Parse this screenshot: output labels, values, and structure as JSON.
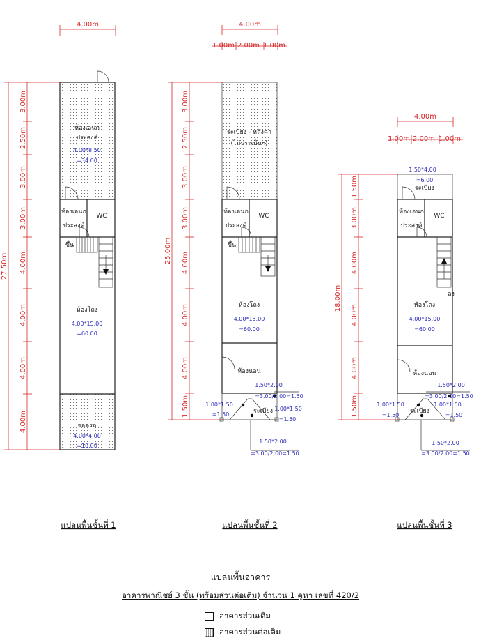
{
  "dims": {
    "w400": "4.00m",
    "w100": "1.00m",
    "w200": "2.00m",
    "h300": "3.00m",
    "h250": "2.50m",
    "h400": "4.00m",
    "h150": "1.50m",
    "total1": "27.50m",
    "total2": "25.00m",
    "total3": "18.00m"
  },
  "rooms": {
    "multi": "ห้องเอนกประสงค์",
    "multi_line1": "ห้องเอนก",
    "multi_line2": "ประสงค์",
    "wc": "WC",
    "up": "ขึ้น",
    "down": "ลง",
    "hall": "ห้องโถง",
    "bedroom": "ห้องนอน",
    "balcony": "ระเบียง",
    "parking": "จอดรถ",
    "roof_line1": "ระเบียง - หลังคา",
    "roof_line2": "(ไม่ประเมินฯ)"
  },
  "areas": {
    "multi_a": "4.00*8.50",
    "multi_b": "=34.00",
    "hall_a": "4.00*15.00",
    "hall_b": "=60.00",
    "park_a": "4.00*4.00",
    "park_b": "=16.00",
    "bal3_a": "1.50*4.00",
    "bal3_b": "=6.00",
    "bal_tr_a": "1.50*2.00",
    "bal_tr_b": "=3.00/2.00=1.50",
    "bal_l_a": "1.00*1.50",
    "bal_l_b": "=1.50",
    "bal_r_a": "1.00*1.50",
    "bal_r_b": "=1.50",
    "bal_b_a": "1.50*2.00",
    "bal_b_b": "=3.00/2.00=1.50"
  },
  "captions": {
    "floor1": "แปลนพื้นชั้นที่ 1",
    "floor2": "แปลนพื้นชั้นที่ 2",
    "floor3": "แปลนพื้นชั้นที่ 3"
  },
  "footer": {
    "title": "แปลนพื้นอาคาร",
    "subtitle": "อาคารพาณิชย์ 3 ชั้น (พร้อมส่วนต่อเติม) จำนวน 1 คูหา  เลขที่ 420/2"
  },
  "legend": [
    {
      "label": "อาคารส่วนเดิม"
    },
    {
      "label": "อาคารส่วนต่อเติม"
    }
  ]
}
